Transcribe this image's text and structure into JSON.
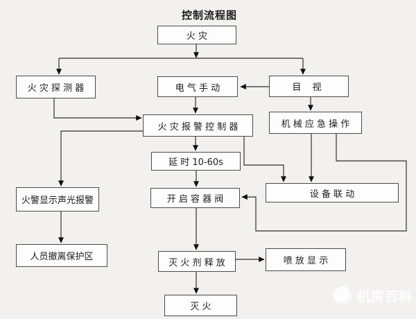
{
  "title": "控制流程图",
  "colors": {
    "background": "#f2f1f0",
    "node_fill": "#fdfdfd",
    "node_border": "#4a4a4a",
    "line": "#2e2e2e",
    "text": "#1b1b1b",
    "watermark_text": "#ffffff"
  },
  "flowchart": {
    "nodes": {
      "fire": {
        "label": "火 灾"
      },
      "detector": {
        "label": "火 灾 探 测 器"
      },
      "electric_manual": {
        "label": "电 气 手 动"
      },
      "visual": {
        "label": "目 视"
      },
      "alarm_controller": {
        "label": "火 灾 报 警 控 制 器"
      },
      "mechanical_emergency": {
        "label": "机 械 应 急 操 作"
      },
      "delay": {
        "label": "延 时 10-60s"
      },
      "open_valve": {
        "label": "开 启 容 器 阀"
      },
      "equipment_linkage": {
        "label": "设 备 联 动"
      },
      "alarm_display": {
        "label": "火警显示声光报警"
      },
      "evacuate": {
        "label": "人员撤离保护区"
      },
      "agent_release": {
        "label": "灭 火 剂 释 放"
      },
      "spray_display": {
        "label": "喷 放 显 示"
      },
      "extinguish": {
        "label": "灭 火"
      }
    },
    "connections": [
      {
        "from": "fire",
        "to": "detector"
      },
      {
        "from": "fire",
        "to": "visual"
      },
      {
        "from": "visual",
        "to": "electric_manual"
      },
      {
        "from": "detector",
        "to": "alarm_controller"
      },
      {
        "from": "electric_manual",
        "to": "alarm_controller"
      },
      {
        "from": "visual",
        "to": "mechanical_emergency"
      },
      {
        "from": "alarm_controller",
        "to": "delay"
      },
      {
        "from": "alarm_controller",
        "to": "equipment_linkage"
      },
      {
        "from": "mechanical_emergency",
        "to": "equipment_linkage"
      },
      {
        "from": "mechanical_emergency",
        "to": "open_valve"
      },
      {
        "from": "alarm_controller",
        "to": "alarm_display"
      },
      {
        "from": "delay",
        "to": "open_valve"
      },
      {
        "from": "alarm_display",
        "to": "evacuate"
      },
      {
        "from": "open_valve",
        "to": "agent_release"
      },
      {
        "from": "agent_release",
        "to": "spray_display"
      },
      {
        "from": "agent_release",
        "to": "extinguish"
      }
    ]
  },
  "watermark": {
    "icon": "circle-logo-icon",
    "text": "机房百科"
  }
}
